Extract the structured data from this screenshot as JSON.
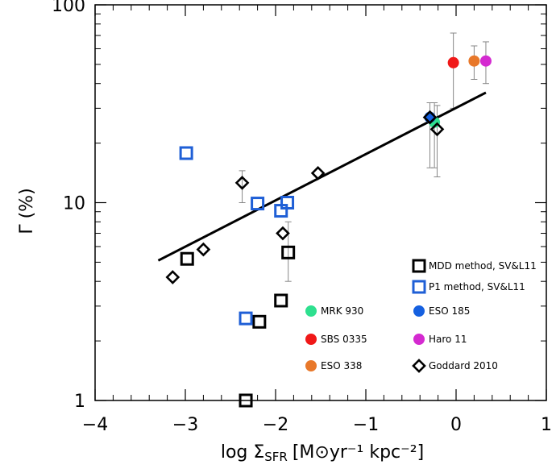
{
  "chart_data": {
    "type": "scatter",
    "xlabel": "log Σ",
    "xlabel_sub": "SFR",
    "xlabel_units": "[M⊙yr⁻¹ kpc⁻²]",
    "ylabel": "Γ (%)",
    "xlim": [
      -4,
      1
    ],
    "ylim": [
      1,
      100
    ],
    "yscale": "log",
    "x_ticks": [
      "−4",
      "−3",
      "−2",
      "−1",
      "0",
      "1"
    ],
    "y_ticks": [
      "1",
      "10",
      "100"
    ],
    "grid": false,
    "fit_line": {
      "x": [
        -3.3,
        0.33
      ],
      "y": [
        5.1,
        36
      ]
    },
    "series": [
      {
        "name": "MDD method, SV&L11",
        "marker": "square-open",
        "color": "#000000",
        "points": [
          {
            "x": -2.98,
            "y": 5.2
          },
          {
            "x": -1.86,
            "y": 5.6,
            "err": [
              4.0,
              8.0
            ]
          },
          {
            "x": -1.94,
            "y": 3.2
          },
          {
            "x": -2.18,
            "y": 2.5
          },
          {
            "x": -2.33,
            "y": 1.0
          }
        ]
      },
      {
        "name": "P1 method, SV&L11",
        "marker": "square-open",
        "color": "#1f5fd6",
        "points": [
          {
            "x": -2.99,
            "y": 17.8
          },
          {
            "x": -2.2,
            "y": 9.9
          },
          {
            "x": -1.94,
            "y": 9.1
          },
          {
            "x": -1.87,
            "y": 10.0
          },
          {
            "x": -2.33,
            "y": 2.6
          }
        ]
      },
      {
        "name": "Goddard 2010",
        "marker": "diamond-open",
        "color": "#000000",
        "points": [
          {
            "x": -3.14,
            "y": 4.2
          },
          {
            "x": -2.8,
            "y": 5.8
          },
          {
            "x": -2.37,
            "y": 12.6,
            "err": [
              10.0,
              14.5
            ]
          },
          {
            "x": -1.92,
            "y": 7.0
          },
          {
            "x": -1.53,
            "y": 14.1
          },
          {
            "x": -0.29,
            "y": 27.0,
            "err": [
              15.0,
              32.0
            ]
          },
          {
            "x": -0.21,
            "y": 23.5,
            "err": [
              13.5,
              31.0
            ]
          }
        ]
      },
      {
        "name": "MRK 930",
        "marker": "circle",
        "color": "#2ee08f",
        "points": [
          {
            "x": -0.24,
            "y": 25.5,
            "err": [
              15.0,
              32.0
            ]
          }
        ]
      },
      {
        "name": "ESO 185",
        "marker": "circle",
        "color": "#1560e0",
        "points": [
          {
            "x": -0.29,
            "y": 27.0
          }
        ]
      },
      {
        "name": "SBS 0335",
        "marker": "circle",
        "color": "#f01818",
        "points": [
          {
            "x": -0.03,
            "y": 51.0,
            "err": [
              30.0,
              72.0
            ]
          }
        ]
      },
      {
        "name": "ESO 338",
        "marker": "circle",
        "color": "#e8782a",
        "points": [
          {
            "x": 0.2,
            "y": 52.0,
            "err": [
              42.0,
              62.0
            ]
          }
        ]
      },
      {
        "name": "Haro 11",
        "marker": "circle",
        "color": "#d42ad0",
        "points": [
          {
            "x": 0.33,
            "y": 52.0,
            "err": [
              40.0,
              65.0
            ]
          }
        ]
      }
    ]
  }
}
